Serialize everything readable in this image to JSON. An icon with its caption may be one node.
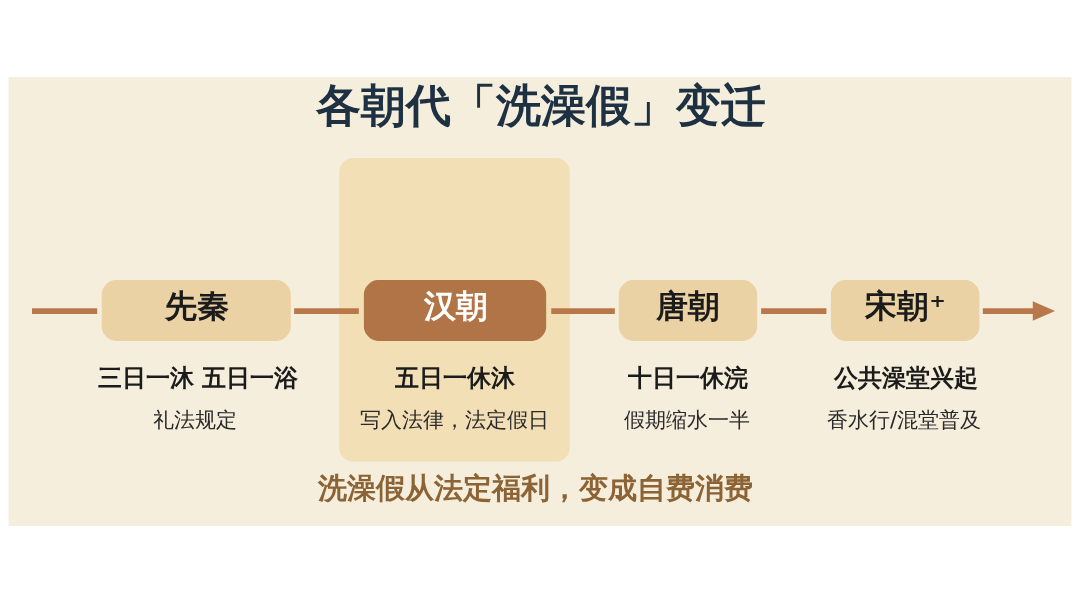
{
  "diagram": {
    "title": "各朝代「洗澡假」变迁",
    "caption": "洗澡假从法定福利，变成自费消费",
    "nodes": [
      {
        "text": [
          "先秦"
        ],
        "beside": [
          "三日一沐 五日一浴",
          "礼法规定"
        ]
      },
      {
        "text": [],
        "shape": "box"
      },
      {
        "text": [
          "汉朝"
        ],
        "in": 1,
        "beside": [
          "五日一休沐",
          "写入法律，法定假日"
        ]
      },
      {
        "text": [
          "唐朝"
        ],
        "beside": [
          "十日一休浣",
          "假期缩水一半"
        ]
      },
      {
        "text": [
          "宋朝⁺"
        ],
        "beside": [
          "公共澡堂兴起",
          "香水行/混堂普及"
        ]
      }
    ],
    "edges": [
      {
        "from": null,
        "to": 0,
        "arrow": "none"
      },
      {
        "from": 0,
        "to": 2,
        "arrow": "none"
      },
      {
        "from": 2,
        "to": 3,
        "arrow": "none"
      },
      {
        "from": 3,
        "to": 4,
        "arrow": "none"
      },
      {
        "from": 4,
        "to": null,
        "arrow": "to"
      }
    ]
  }
}
